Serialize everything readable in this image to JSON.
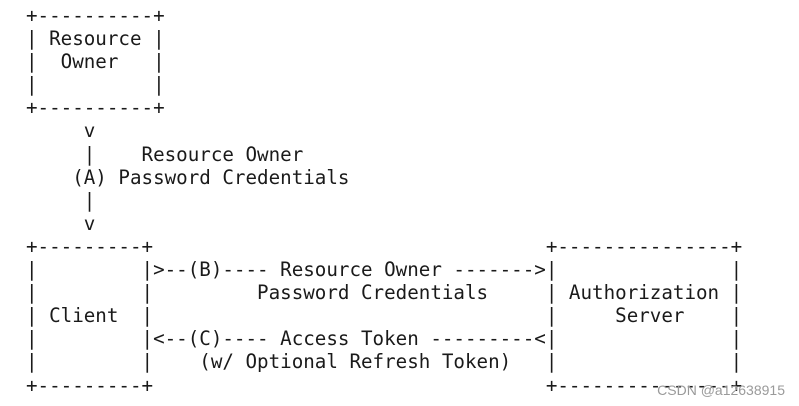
{
  "diagram": {
    "lines": [
      "+----------+",
      "| Resource |",
      "|  Owner   |",
      "|          |",
      "+----------+",
      "     v",
      "     |    Resource Owner",
      "    (A) Password Credentials",
      "     |",
      "     v",
      "+---------+                                  +---------------+",
      "|         |>--(B)---- Resource Owner ------->|               |",
      "|         |         Password Credentials     | Authorization |",
      "| Client  |                                  |     Server    |",
      "|         |<--(C)---- Access Token ---------<|               |",
      "|         |    (w/ Optional Refresh Token)   |               |",
      "+---------+                                  +---------------+"
    ]
  },
  "watermark": "CSDN @a12638915"
}
